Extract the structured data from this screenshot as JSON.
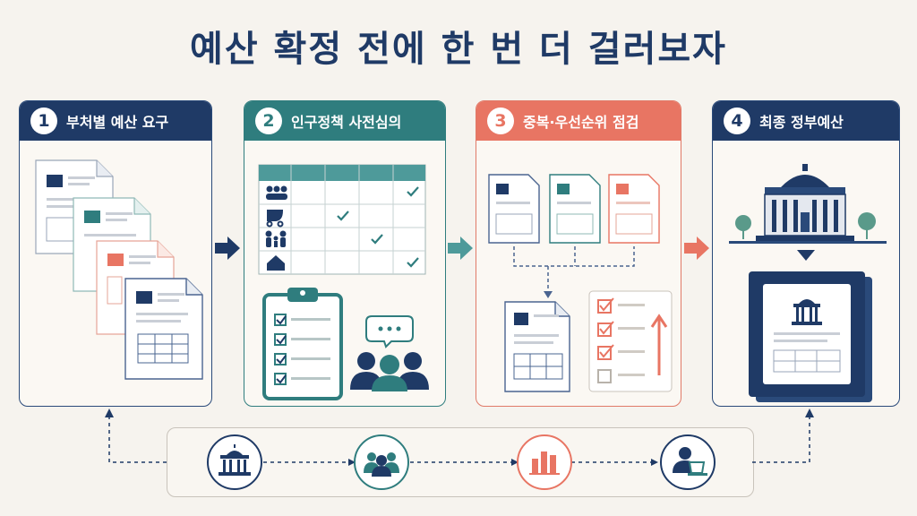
{
  "title": "예산 확정 전에 한 번 더 걸러보자",
  "steps": [
    {
      "num": "1",
      "label": "부처별 예산 요구"
    },
    {
      "num": "2",
      "label": "인구정책 사전심의"
    },
    {
      "num": "3",
      "label": "중복·우선순위 점검"
    },
    {
      "num": "4",
      "label": "최종 정부예산"
    }
  ],
  "colors": {
    "navy": "#1f3a66",
    "teal": "#2f7d7e",
    "coral": "#e87563"
  },
  "bottom_icons": [
    "government-building-icon",
    "people-group-icon",
    "bar-chart-icon",
    "person-laptop-icon"
  ]
}
